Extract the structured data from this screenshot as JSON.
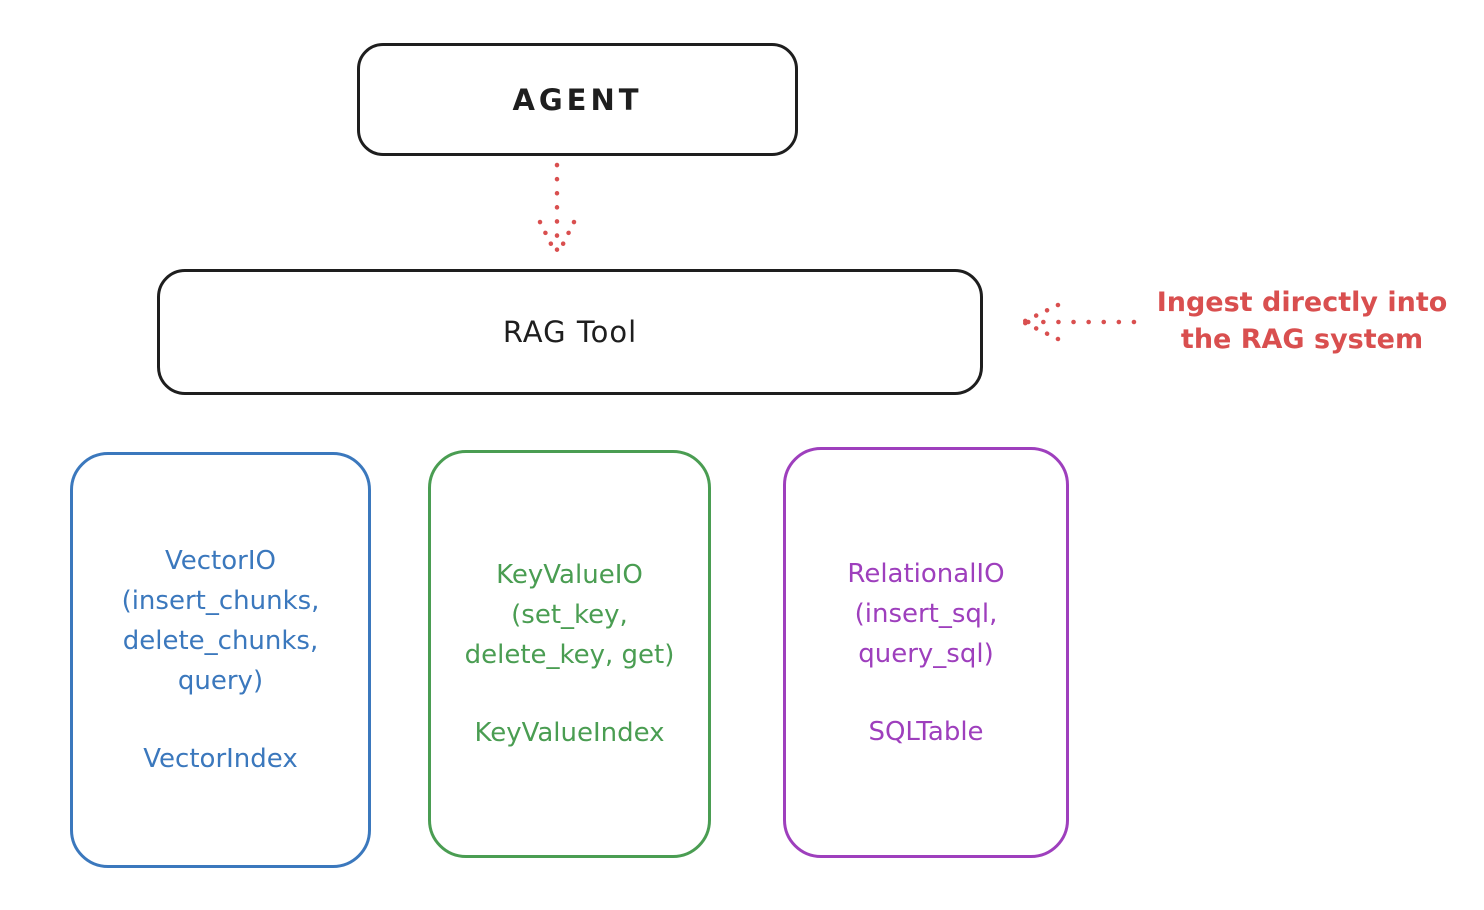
{
  "agent_box": {
    "label": "AGENT"
  },
  "rag_tool_box": {
    "label": "RAG Tool"
  },
  "ingest_annotation": {
    "text": "Ingest directly into\nthe RAG system",
    "color": "#d94f4f"
  },
  "backend_boxes": [
    {
      "id": "vector-io",
      "io_text": "VectorIO\n(insert_chunks,\ndelete_chunks,\nquery)",
      "index_text": "VectorIndex",
      "color": "#3b78bd"
    },
    {
      "id": "key-value-io",
      "io_text": "KeyValueIO\n(set_key,\ndelete_key, get)",
      "index_text": "KeyValueIndex",
      "color": "#4a9d52"
    },
    {
      "id": "relational-io",
      "io_text": "RelationalIO\n(insert_sql,\nquery_sql)",
      "index_text": "SQLTable",
      "color": "#9e3fbd"
    }
  ],
  "colors": {
    "outline": "#1e1e1e",
    "arrow_red": "#d94f4f",
    "vector_blue": "#3b78bd",
    "keyvalue_green": "#4a9d52",
    "relational_purple": "#9e3fbd",
    "background": "#ffffff"
  }
}
